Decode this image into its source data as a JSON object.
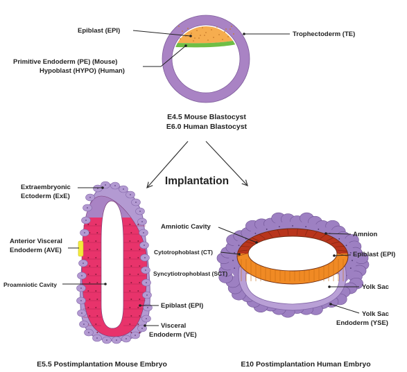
{
  "blastocyst": {
    "labels": {
      "epiblast": "Epiblast (EPI)",
      "trophectoderm": "Trophectoderm (TE)",
      "primitive_endoderm": "Primitive Endoderm (PE) (Mouse)",
      "hypoblast": "Hypoblast (HYPO) (Human)"
    },
    "caption_line1": "E4.5 Mouse Blastocyst",
    "caption_line2": "E6.0 Human Blastocyst"
  },
  "process_label": "Implantation",
  "mouse_embryo": {
    "labels": {
      "exe_line1": "Extraembryonic",
      "exe_line2": "Ectoderm (ExE)",
      "ave_line1": "Anterior Visceral",
      "ave_line2": "Endoderm (AVE)",
      "proamniotic_cavity": "Proamniotic Cavity",
      "epiblast": "Epiblast (EPI)",
      "ve_line1": "Visceral",
      "ve_line2": "Endoderm (VE)"
    },
    "caption": "E5.5 Postimplantation Mouse Embryo"
  },
  "human_embryo": {
    "labels": {
      "amniotic_cavity": "Amniotic Cavity",
      "amnion": "Amnion",
      "cytotrophoblast": "Cytotrophoblast (CT)",
      "epiblast": "Epiblast (EPI)",
      "syncytiotrophoblast": "Syncytiotrophoblast (SCT)",
      "yolk_sac": "Yolk Sac",
      "yse_line1": "Yolk Sac",
      "yse_line2": "Endoderm (YSE)"
    },
    "caption": "E10 Postimplantation Human Embryo"
  },
  "colors": {
    "trophectoderm": "#a983c4",
    "epiblast_blastocyst": "#f6ad4f",
    "primitive_endoderm": "#6fbe45",
    "exe": "#a983c4",
    "mouse_epiblast": "#e8336b",
    "ave": "#f4ec3a",
    "visceral_endoderm": "#b39ad2",
    "syncytiotrophoblast": "#9d80c2",
    "amnion": "#b8351c",
    "human_epiblast": "#f08a24",
    "yolk_sac": "#b9a0d6"
  }
}
